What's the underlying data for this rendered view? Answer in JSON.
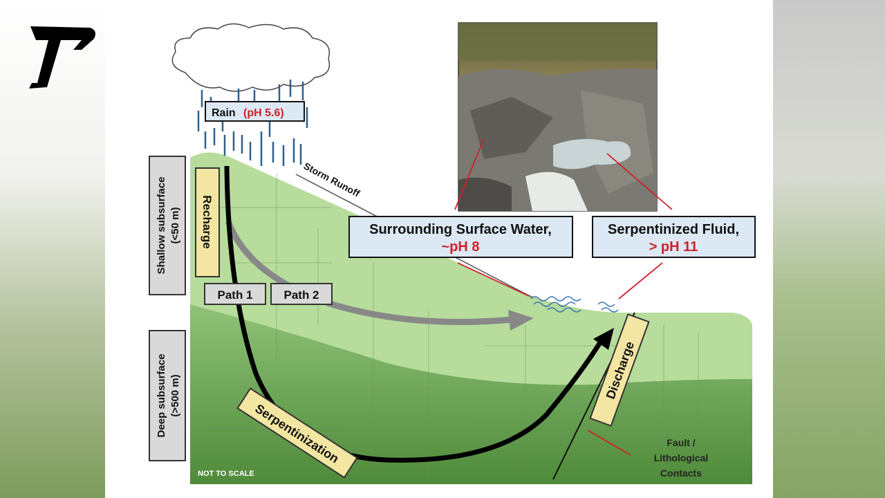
{
  "logo": {
    "letter": "T"
  },
  "diagram": {
    "rain_label": "Rain",
    "rain_ph": "(pH 5.6)",
    "storm_runoff": "Storm Runoff",
    "shallow_label": "Shallow subsurface",
    "shallow_depth": "(<50 m)",
    "deep_label": "Deep subsurface",
    "deep_depth": "(>500 m)",
    "recharge": "Recharge",
    "path1": "Path 1",
    "path2": "Path 2",
    "serpentinization": "Serpentinization",
    "discharge": "Discharge",
    "surface_water_title": "Surrounding Surface Water,",
    "surface_water_ph": "~pH 8",
    "serp_fluid_title": "Serpentinized Fluid,",
    "serp_fluid_ph": "> pH 11",
    "fault_line1": "Fault /",
    "fault_line2": "Lithological",
    "fault_line3": "Contacts",
    "not_to_scale": "NOT TO SCALE"
  },
  "colors": {
    "accent_red": "#d0202a",
    "label_blue": "#dce8f3",
    "label_yellow": "#f3e6a2",
    "label_gray": "#d9d9d9"
  }
}
